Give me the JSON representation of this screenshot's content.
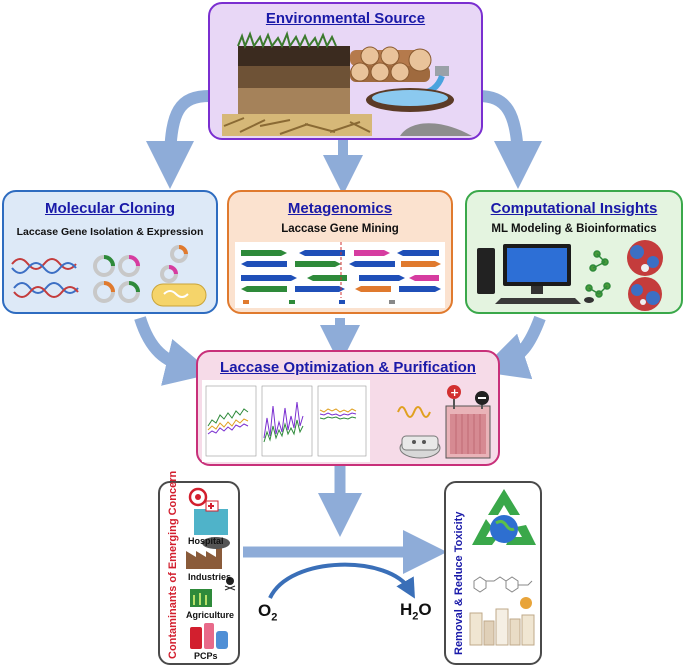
{
  "environmental_source": {
    "title": "Environmental Source"
  },
  "molecular_cloning": {
    "title": "Molecular Cloning",
    "subtitle": "Laccase Gene Isolation & Expression"
  },
  "metagenomics": {
    "title": "Metagenomics",
    "subtitle": "Laccase Gene Mining"
  },
  "computational": {
    "title": "Computational Insights",
    "subtitle": "ML Modeling & Bioinformatics"
  },
  "optimization": {
    "title": "Laccase Optimization & Purification"
  },
  "contaminants": {
    "title": "Contaminants of Emerging Concern",
    "items": [
      "Hospital",
      "Industries",
      "Agriculture",
      "PCPs"
    ]
  },
  "removal": {
    "title": "Removal & Reduce Toxicity"
  },
  "reaction": {
    "o2": "O",
    "o2_sub": "2",
    "h2o_h": "H",
    "h2o_sub": "2",
    "h2o_o": "O"
  },
  "colors": {
    "arrow": "#8eacd8",
    "env_bg": "#e8d7f6",
    "env_border": "#7a2fd0",
    "cloning_bg": "#dde9f7",
    "cloning_border": "#2e6cc0",
    "meta_bg": "#fbe2cf",
    "meta_border": "#e07a2e",
    "comp_bg": "#e4f4e0",
    "comp_border": "#3aa84a",
    "opt_bg": "#f6dbe8",
    "opt_border": "#c8307a"
  }
}
